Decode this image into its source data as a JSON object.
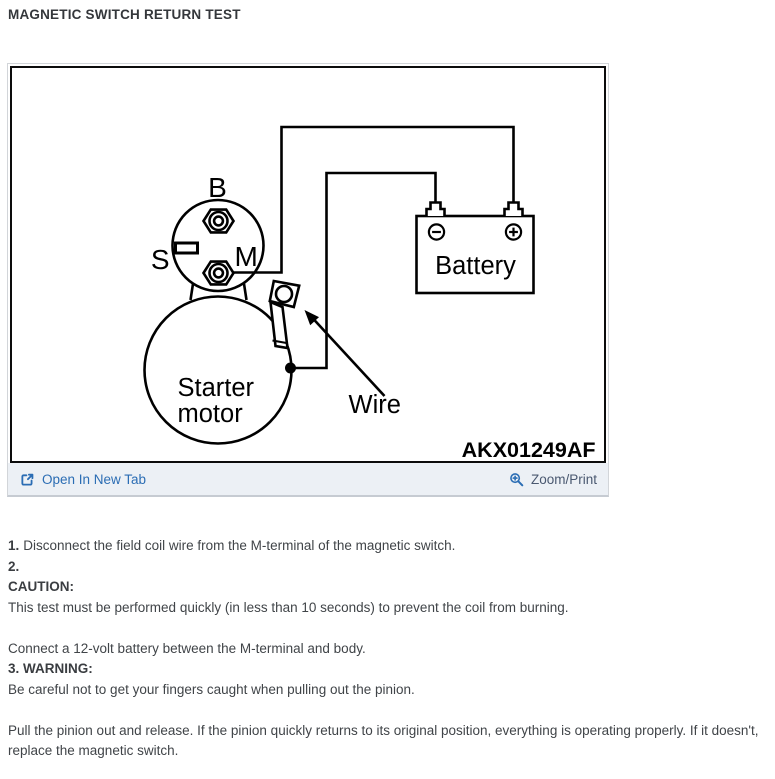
{
  "page": {
    "title": "MAGNETIC SWITCH RETURN TEST"
  },
  "colors": {
    "link_blue": "#2b6db4",
    "toolbar_text_slate": "#4a5870",
    "toolbar_bg": "#ecf0f5",
    "diagram_ink": "#000000",
    "body_text": "#404448"
  },
  "figure": {
    "code": "AKX01249AF",
    "labels": {
      "terminal_b": "B",
      "terminal_s": "S",
      "terminal_m": "M",
      "starter_line1": "Starter",
      "starter_line2": "motor",
      "battery": "Battery",
      "wire": "Wire"
    },
    "toolbar": {
      "open_in_new_tab": "Open In New Tab",
      "zoom_print": "Zoom/Print"
    }
  },
  "steps": [
    {
      "bold": "1.",
      "text": "Disconnect the field coil wire from the M-terminal of the magnetic switch."
    },
    {
      "bold": "2.",
      "text": ""
    },
    {
      "bold": "CAUTION:",
      "text": ""
    },
    {
      "bold": "",
      "text": "This test must be performed quickly (in less than 10 seconds) to prevent the coil from burning."
    },
    {
      "bold": "",
      "text": ""
    },
    {
      "bold": "",
      "text": "Connect a 12-volt battery between the M-terminal and body."
    },
    {
      "bold": "3. WARNING:",
      "text": ""
    },
    {
      "bold": "",
      "text": "Be careful not to get your fingers caught when pulling out the pinion."
    },
    {
      "bold": "",
      "text": ""
    },
    {
      "bold": "",
      "text": "Pull the pinion out and release. If the pinion quickly returns to its original position, everything is operating properly. If it doesn't, replace the magnetic switch."
    }
  ]
}
